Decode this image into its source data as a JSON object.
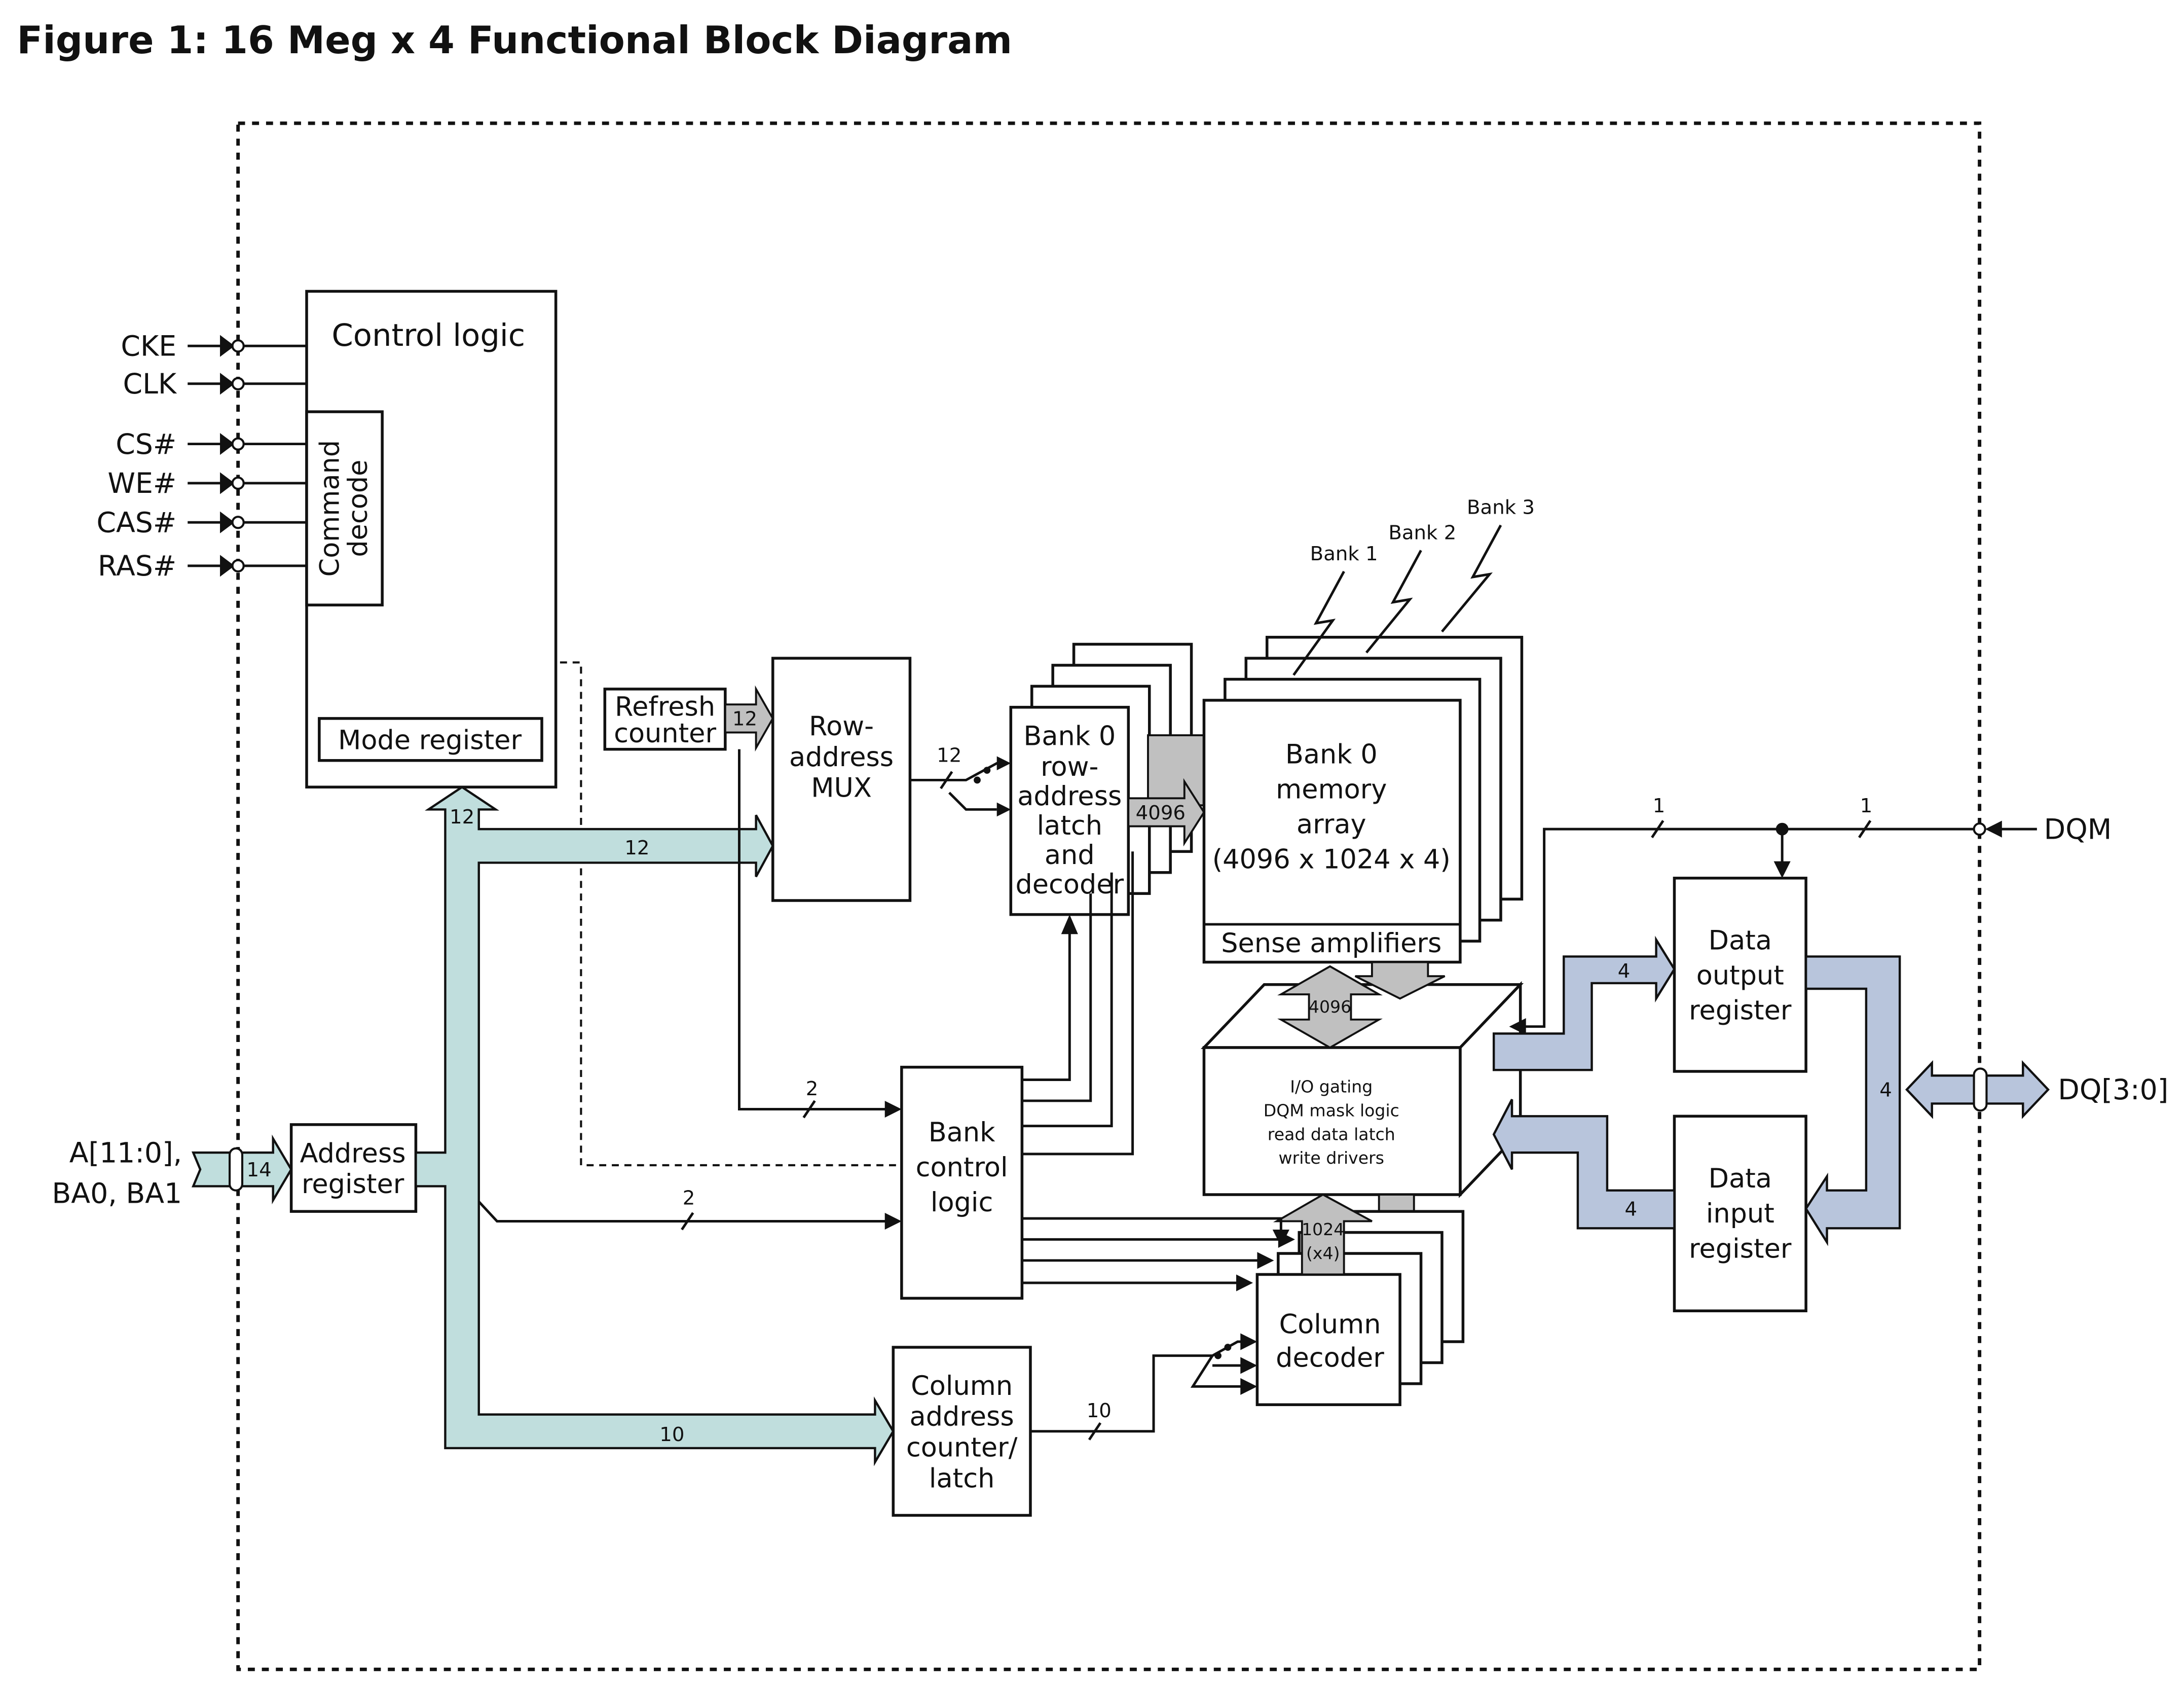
{
  "title": "Figure 1: 16 Meg x 4 Functional Block Diagram",
  "control_pins": [
    "CKE",
    "CLK",
    "CS#",
    "WE#",
    "CAS#",
    "RAS#"
  ],
  "address_pins": [
    "A[11:0],",
    "BA0, BA1"
  ],
  "dqm": "DQM",
  "dq": "DQ[3:0]",
  "blocks": {
    "control_logic": "Control logic",
    "command_decode": [
      "Command",
      "decode"
    ],
    "mode_register": "Mode register",
    "refresh_counter": [
      "Refresh",
      "counter"
    ],
    "row_mux": [
      "Row-",
      "address",
      "MUX"
    ],
    "row_latch": [
      "Bank 0",
      "row-",
      "address",
      "latch",
      "and",
      "decoder"
    ],
    "memory_array": [
      "Bank 0",
      "memory",
      "array",
      "(4096 x 1024 x 4)"
    ],
    "sense_amps": "Sense amplifiers",
    "io_gating": [
      "I/O gating",
      "DQM mask logic",
      "read data latch",
      "write drivers"
    ],
    "bank_control": [
      "Bank",
      "control",
      "logic"
    ],
    "column_counter": [
      "Column",
      "address",
      "counter/",
      "latch"
    ],
    "column_decoder": [
      "Column",
      "decoder"
    ],
    "address_register": [
      "Address",
      "register"
    ],
    "data_output": [
      "Data",
      "output",
      "register"
    ],
    "data_input": [
      "Data",
      "input",
      "register"
    ]
  },
  "banks": [
    "Bank 1",
    "Bank 2",
    "Bank 3"
  ],
  "bus_widths": {
    "addr_in": "14",
    "to_control": "12",
    "to_mux": "12",
    "to_column": "10",
    "refresh": "12",
    "mux_out": "12",
    "row_to_array": "4096",
    "sense_to_io": "4096",
    "col_to_io": "1024",
    "col_to_io_mult": "(x4)",
    "bank_sel_a": "2",
    "bank_sel_b": "2",
    "col_out": "10",
    "dqm_a": "1",
    "dqm_b": "1",
    "out_bus": "4",
    "in_bus": "4",
    "dq_bus": "4"
  },
  "colors": {
    "address_bus": "#c0dedd",
    "data_bus": "#b8c5dc",
    "internal_bus": "#c0c0c0"
  }
}
